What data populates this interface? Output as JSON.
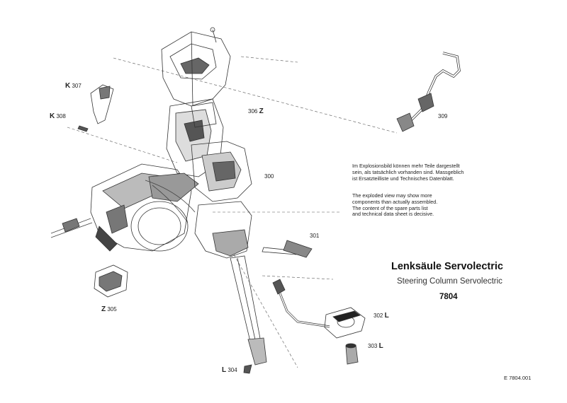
{
  "labels": {
    "k307": {
      "letter": "K",
      "num": "307"
    },
    "k308": {
      "letter": "K",
      "num": "308"
    },
    "z306": {
      "letter": "Z",
      "num": "306"
    },
    "l309": {
      "num": "309"
    },
    "p300": {
      "num": "300"
    },
    "p301": {
      "num": "301"
    },
    "l302": {
      "letter": "L",
      "num": "302"
    },
    "l303": {
      "letter": "L",
      "num": "303"
    },
    "l304": {
      "letter": "L",
      "num": "304"
    },
    "z305": {
      "letter": "Z",
      "num": "305"
    }
  },
  "note_de": [
    "Im Explosionsbild können mehr Teile dargestellt",
    "sein, als tatsächlich vorhanden sind. Massgeblich",
    "ist Ersatzteilliste und Technisches Datenblatt."
  ],
  "note_en": [
    "The exploded view may show more",
    "components than actually assembled.",
    "The content of the spare parts list",
    "and technical data sheet is decisive."
  ],
  "title": {
    "de": "Lenksäule Servolectric",
    "en": "Steering Column Servolectric",
    "number": "7804"
  },
  "doc_ref": "E 7804.001"
}
